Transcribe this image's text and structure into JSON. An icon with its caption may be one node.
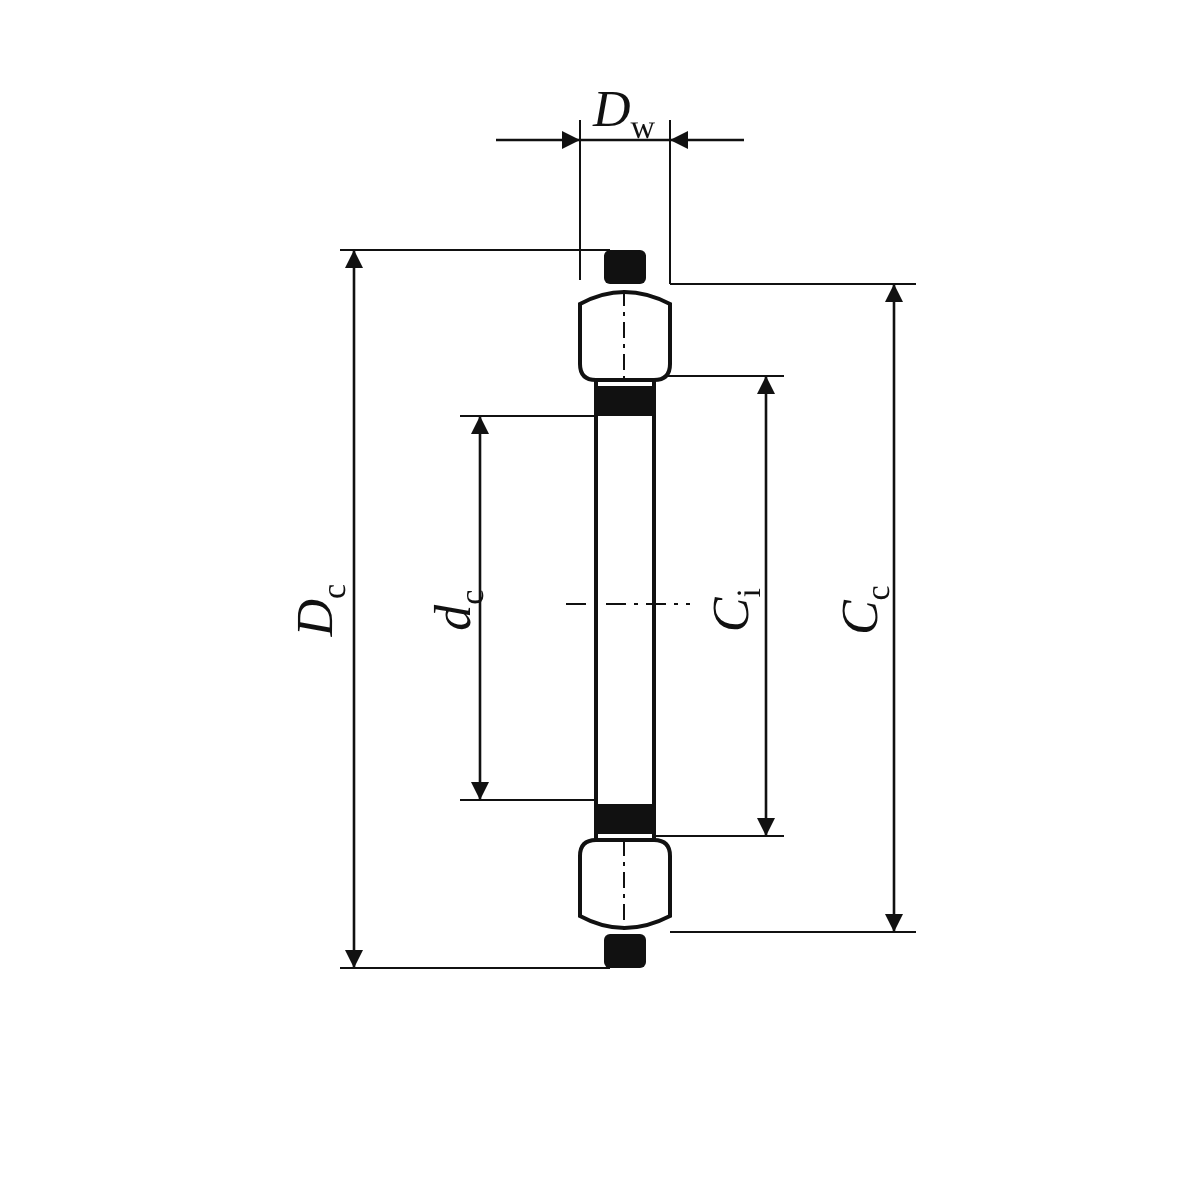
{
  "diagram": {
    "labels": [
      "*D*$_{w}$",
      "*D*$_{c}$",
      "*d*$_{c}$",
      "*C*$_{i}$",
      "*C*$_{c}$"
    ]
  }
}
